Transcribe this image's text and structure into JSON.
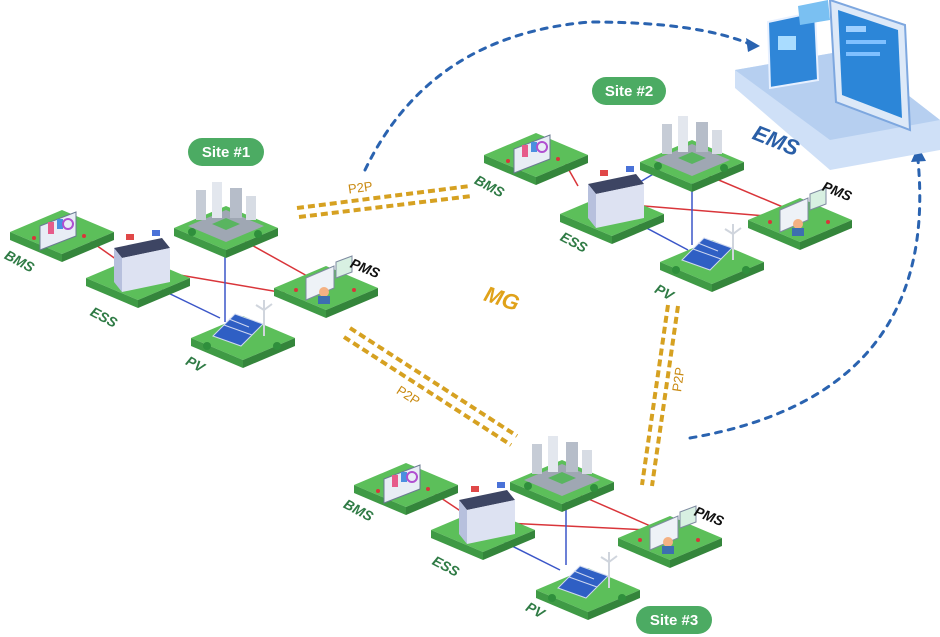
{
  "sites": [
    {
      "label": "Site #1"
    },
    {
      "label": "Site #2"
    },
    {
      "label": "Site #3"
    }
  ],
  "labels": {
    "bms": "BMS",
    "ess": "ESS",
    "pv": "PV",
    "pms": "PMS",
    "p2p": "P2P",
    "mg": "MG",
    "ems": "EMS"
  },
  "colors": {
    "grass": "#5cbf5a",
    "grass_dark": "#3f9a45",
    "site_badge": "#4cab63",
    "p2p_link": "#d6a121",
    "ems_link": "#2a63b0",
    "red_wire": "#d9353a",
    "blue_wire": "#3b56c8"
  }
}
